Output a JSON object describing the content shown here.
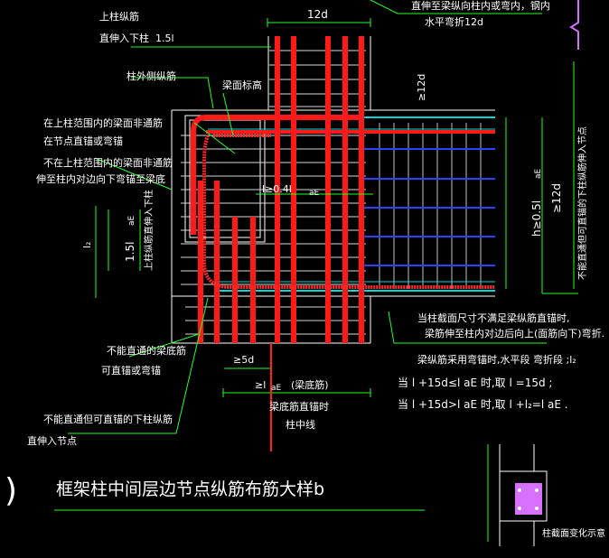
{
  "title": "框架柱中间层边节点纵筋布筋大样b",
  "notes": {
    "top_col_bars": "上柱纵筋",
    "extend_down": "直伸入下柱",
    "length_15l": "1.5l",
    "col_side_bars": "柱外侧纵筋",
    "beam_top": "梁面标高",
    "within_top_col_1": "在上柱范围内的梁面非通筋",
    "within_top_col_2": "在节点直锚或弯锚",
    "outside_top_col_1": "不在上柱范围内的梁面非通筋",
    "outside_top_col_2": "伸至柱内对边向下弯锚至梁底",
    "top_right_1": "直伸至梁纵向柱内或弯内，钢内",
    "top_right_2": "水平弯折12d",
    "dim_12d_top": "12d",
    "dim_12d_side": "≥12d",
    "dim_l04": "l≥0.4l",
    "dim_l04_sub": "aE",
    "dim_15lae": "1.5l",
    "dim_15lae_sub": "aE",
    "col_label_vert": "上柱纵筋直伸入下柱",
    "l2": "l₂",
    "h_ge_05": "h≥0.5l",
    "h_ge_05_sub": "aE",
    "ge_12d": "≥12d",
    "right_vert": "不能直通但可直锚的下柱纵筋伸入节点",
    "bottom_bars_1": "不能直通的梁底筋",
    "bottom_bars_2": "可直锚或弯锚",
    "dim_5d": "≥5d",
    "dim_lae": "≥l",
    "dim_lae_sub": "aE",
    "dim_lae_note": "(梁底筋)",
    "beam_bottom_1": "梁底筋直锚时",
    "beam_bottom_2": "柱中线",
    "lower_bars_1": "不能直通但可直锚的下柱纵筋",
    "lower_bars_2": "直伸入节点",
    "cond_1": "当柱截面尺寸不满足梁纵筋直锚时,",
    "cond_2": "梁筋伸至柱内对边后向上(面筋向下)弯折.",
    "cond_3": "梁纵筋采用弯锚时,水平段    弯折段    ;l₂",
    "cond_4": "当  l  +15d≤l    aE   时,取  l  =15d  ;",
    "cond_5": "当  l  +15d>l    aE   时,取  l  +l₂=l   aE  .",
    "inset_label": "柱截面变化示意",
    "paren": ")"
  }
}
